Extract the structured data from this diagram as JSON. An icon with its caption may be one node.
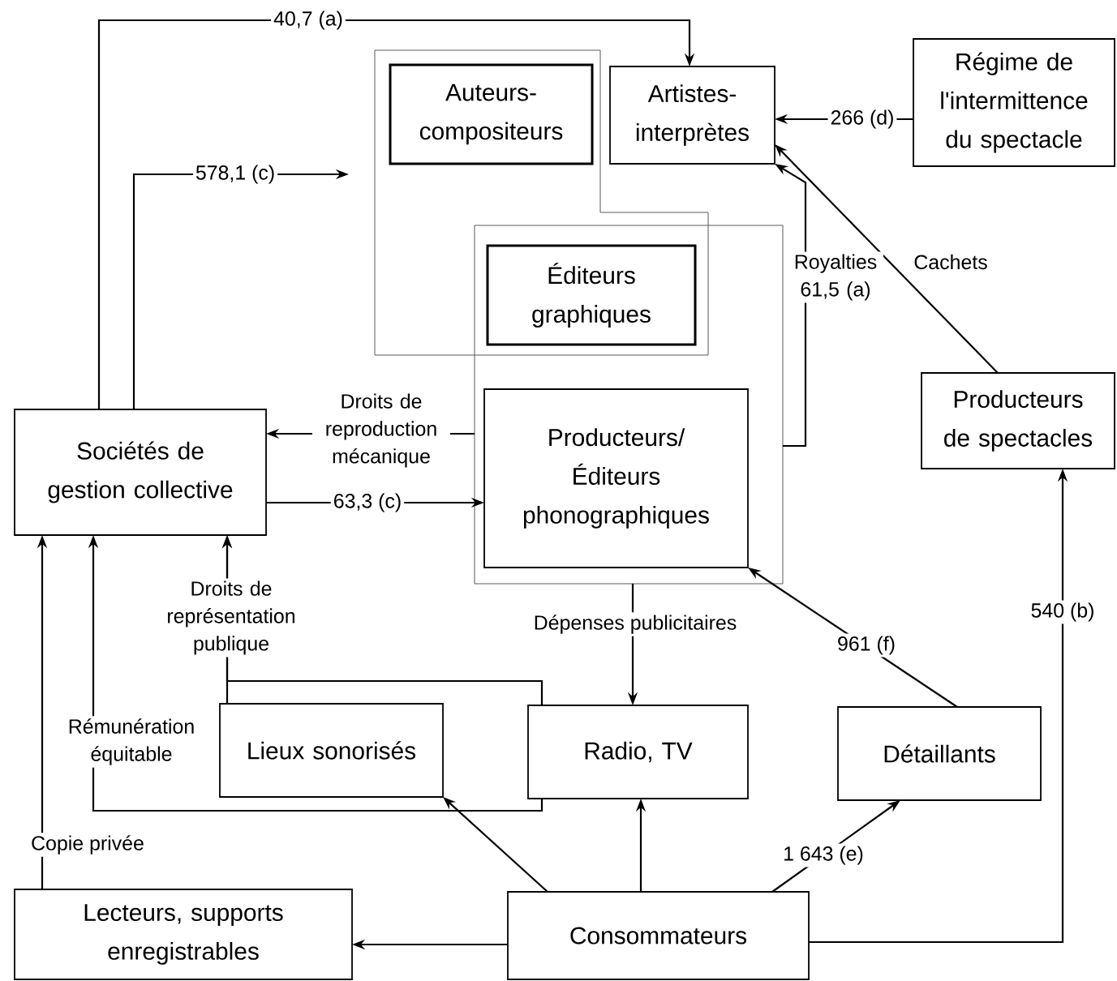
{
  "diagram": {
    "nodes": [
      {
        "text": [],
        "shape": "box"
      },
      {
        "text": [
          "Auteurs- compositeurs"
        ],
        "in": 0
      },
      {
        "text": [
          "Artistes- interprètes"
        ]
      },
      {
        "text": [
          "Régime de l'intermittence du spectacle"
        ]
      },
      {
        "text": [],
        "shape": "box"
      },
      {
        "text": [
          "Éditeurs graphiques"
        ]
      },
      {
        "text": [
          "Sociétés de gestion collective"
        ]
      },
      {
        "text": [
          "Producteurs/ Éditeurs phonographiques"
        ],
        "in": 4
      },
      {
        "text": [
          "Producteurs de spectacles"
        ]
      },
      {
        "text": [
          "Lieux sonorisés"
        ]
      },
      {
        "text": [
          "Radio, TV"
        ]
      },
      {
        "text": [
          "Détaillants"
        ]
      },
      {
        "text": [
          "Lecteurs, supports enregistrables"
        ]
      },
      {
        "text": [
          "Consommateurs"
        ]
      }
    ],
    "edges": [
      {
        "from": 6,
        "to": 2,
        "arrow": "to",
        "label": "40,7 (a)"
      },
      {
        "from": 6,
        "to": 0,
        "arrow": "to",
        "label": "578,1 (c)"
      },
      {
        "from": 3,
        "to": 2,
        "arrow": "to",
        "label": "266 (d)"
      },
      {
        "from": 4,
        "to": 2,
        "arrow": "to",
        "label": "Royalties 61,5 (a)"
      },
      {
        "from": 8,
        "to": 2,
        "arrow": "to",
        "label": "Cachets"
      },
      {
        "from": 4,
        "to": 6,
        "arrow": "to",
        "label": "Droits de reproduction mécanique"
      },
      {
        "from": 6,
        "to": 7,
        "arrow": "to",
        "label": "63,3 (c)"
      },
      {
        "from": 9,
        "to": 6,
        "arrow": "to",
        "label": "Droits de représentation publique"
      },
      {
        "from": 10,
        "to": 6,
        "arrow": "to"
      },
      {
        "from": 10,
        "to": 6,
        "arrow": "to",
        "label": "Rémunération équitable"
      },
      {
        "from": 4,
        "to": 10,
        "arrow": "to",
        "label": "Dépenses publicitaires"
      },
      {
        "from": 11,
        "to": 7,
        "arrow": "to",
        "label": "961 (f)"
      },
      {
        "from": 12,
        "to": 6,
        "arrow": "to",
        "label": "Copie privée"
      },
      {
        "from": 13,
        "to": 9,
        "arrow": "to"
      },
      {
        "from": 13,
        "to": 10,
        "arrow": "to"
      },
      {
        "from": 13,
        "to": 11,
        "arrow": "to",
        "label": "1 643 (e)"
      },
      {
        "from": 13,
        "to": 12,
        "arrow": "to"
      },
      {
        "from": 13,
        "to": 8,
        "arrow": "to",
        "label": "540 (b)"
      }
    ]
  }
}
